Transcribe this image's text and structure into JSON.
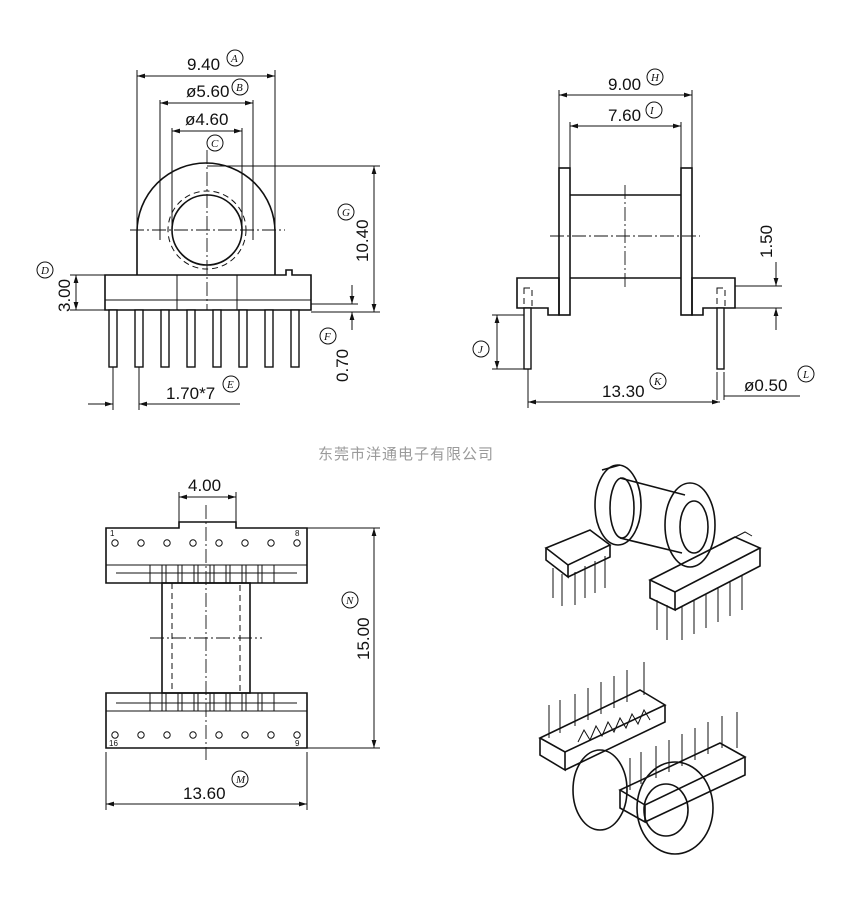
{
  "watermark": "东莞市洋通电子有限公司",
  "front_view": {
    "dim_A": {
      "value": "9.40",
      "tag": "A"
    },
    "dim_B": {
      "value": "ø5.60",
      "tag": "B"
    },
    "dim_C": {
      "value": "ø4.60",
      "tag": "C"
    },
    "dim_D": {
      "value": "3.00",
      "tag": "D"
    },
    "dim_E": {
      "value": "1.70*7",
      "tag": "E"
    },
    "dim_F": {
      "value": "0.70",
      "tag": "F"
    },
    "dim_G": {
      "value": "10.40",
      "tag": "G"
    }
  },
  "side_view": {
    "dim_H": {
      "value": "9.00",
      "tag": "H"
    },
    "dim_I": {
      "value": "7.60",
      "tag": "I"
    },
    "dim_flange": {
      "value": "1.50"
    },
    "dim_J": {
      "tag": "J"
    },
    "dim_K": {
      "value": "13.30",
      "tag": "K"
    },
    "dim_L": {
      "value": "ø0.50",
      "tag": "L"
    }
  },
  "top_view": {
    "dim_top": {
      "value": "4.00"
    },
    "dim_M": {
      "value": "13.60",
      "tag": "M"
    },
    "dim_N": {
      "value": "15.00",
      "tag": "N"
    },
    "pin_labels": {
      "p1": "1",
      "p8": "8",
      "p9": "9",
      "p16": "16"
    }
  }
}
